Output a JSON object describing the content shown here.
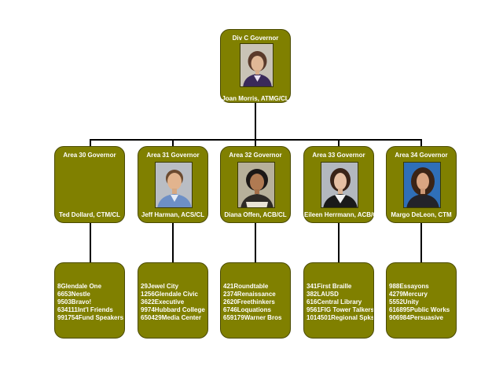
{
  "governor": {
    "title": "Div C Governor",
    "name": "Joan Morris, ATMG/CL",
    "photo": "portrait-joan-morris"
  },
  "areas": [
    {
      "title": "Area 30 Governor",
      "name": "Ted Dollard, CTM/CL",
      "photo": null,
      "clubs": [
        "8Glendale One",
        "6653Nestle",
        "9503Bravo!",
        "634111Int'l Friends",
        "991754Fund Speakers"
      ]
    },
    {
      "title": "Area 31 Governor",
      "name": "Jeff Harman, ACS/CL",
      "photo": "portrait-jeff-harman",
      "clubs": [
        "29Jewel City",
        "1256Glendale Civic",
        "3622Executive",
        "9974Hubbard College",
        "650429Media Center"
      ]
    },
    {
      "title": "Area 32 Governor",
      "name": "Diana Offen, ACB/CL",
      "photo": "portrait-diana-offen",
      "clubs": [
        "421Roundtable",
        "2374Renaissance",
        "2620Freethinkers",
        "6746Loquations",
        "659179Warner Bros"
      ]
    },
    {
      "title": "Area 33 Governor",
      "name": "Eileen Herrmann, ACB/CL",
      "photo": "portrait-eileen-herrmann",
      "clubs": [
        "341First Braille",
        "382LAUSD",
        "616Central Library",
        "9561FIG Tower Talkers",
        "1014501Regional Spks"
      ]
    },
    {
      "title": "Area 34 Governor",
      "name": "Margo DeLeon, CTM",
      "photo": "portrait-margo-deleon",
      "clubs": [
        "988Essayons",
        "4279Mercury",
        "5552Unity",
        "616895Public Works",
        "906984Persuasive"
      ]
    }
  ],
  "colors": {
    "box_fill": "#808000",
    "box_text": "#ffffff",
    "connector": "#000000",
    "background": "#ffffff"
  }
}
